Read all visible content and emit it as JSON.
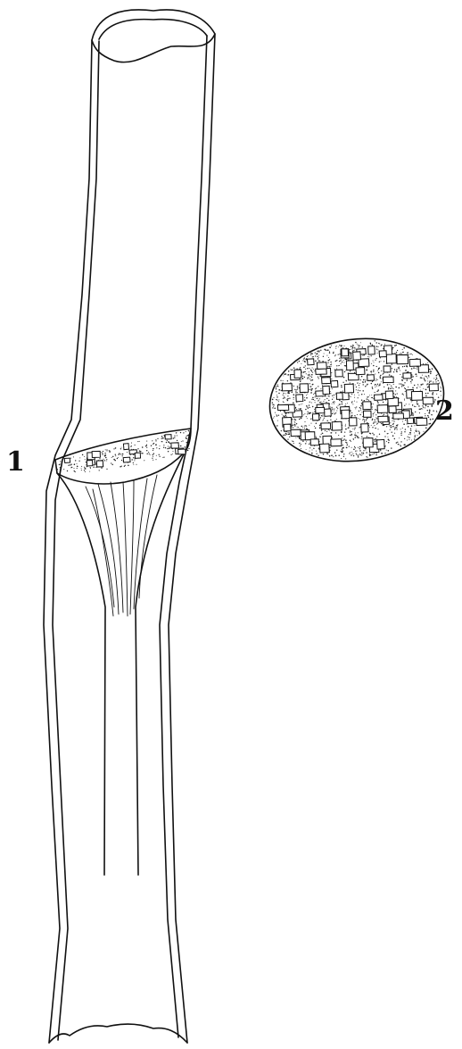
{
  "figure": {
    "labels": [
      {
        "id": "label-1",
        "text": "1"
      },
      {
        "id": "label-2",
        "text": "2"
      }
    ]
  },
  "colors": {
    "ink": "#111111",
    "background": "#ffffff"
  }
}
